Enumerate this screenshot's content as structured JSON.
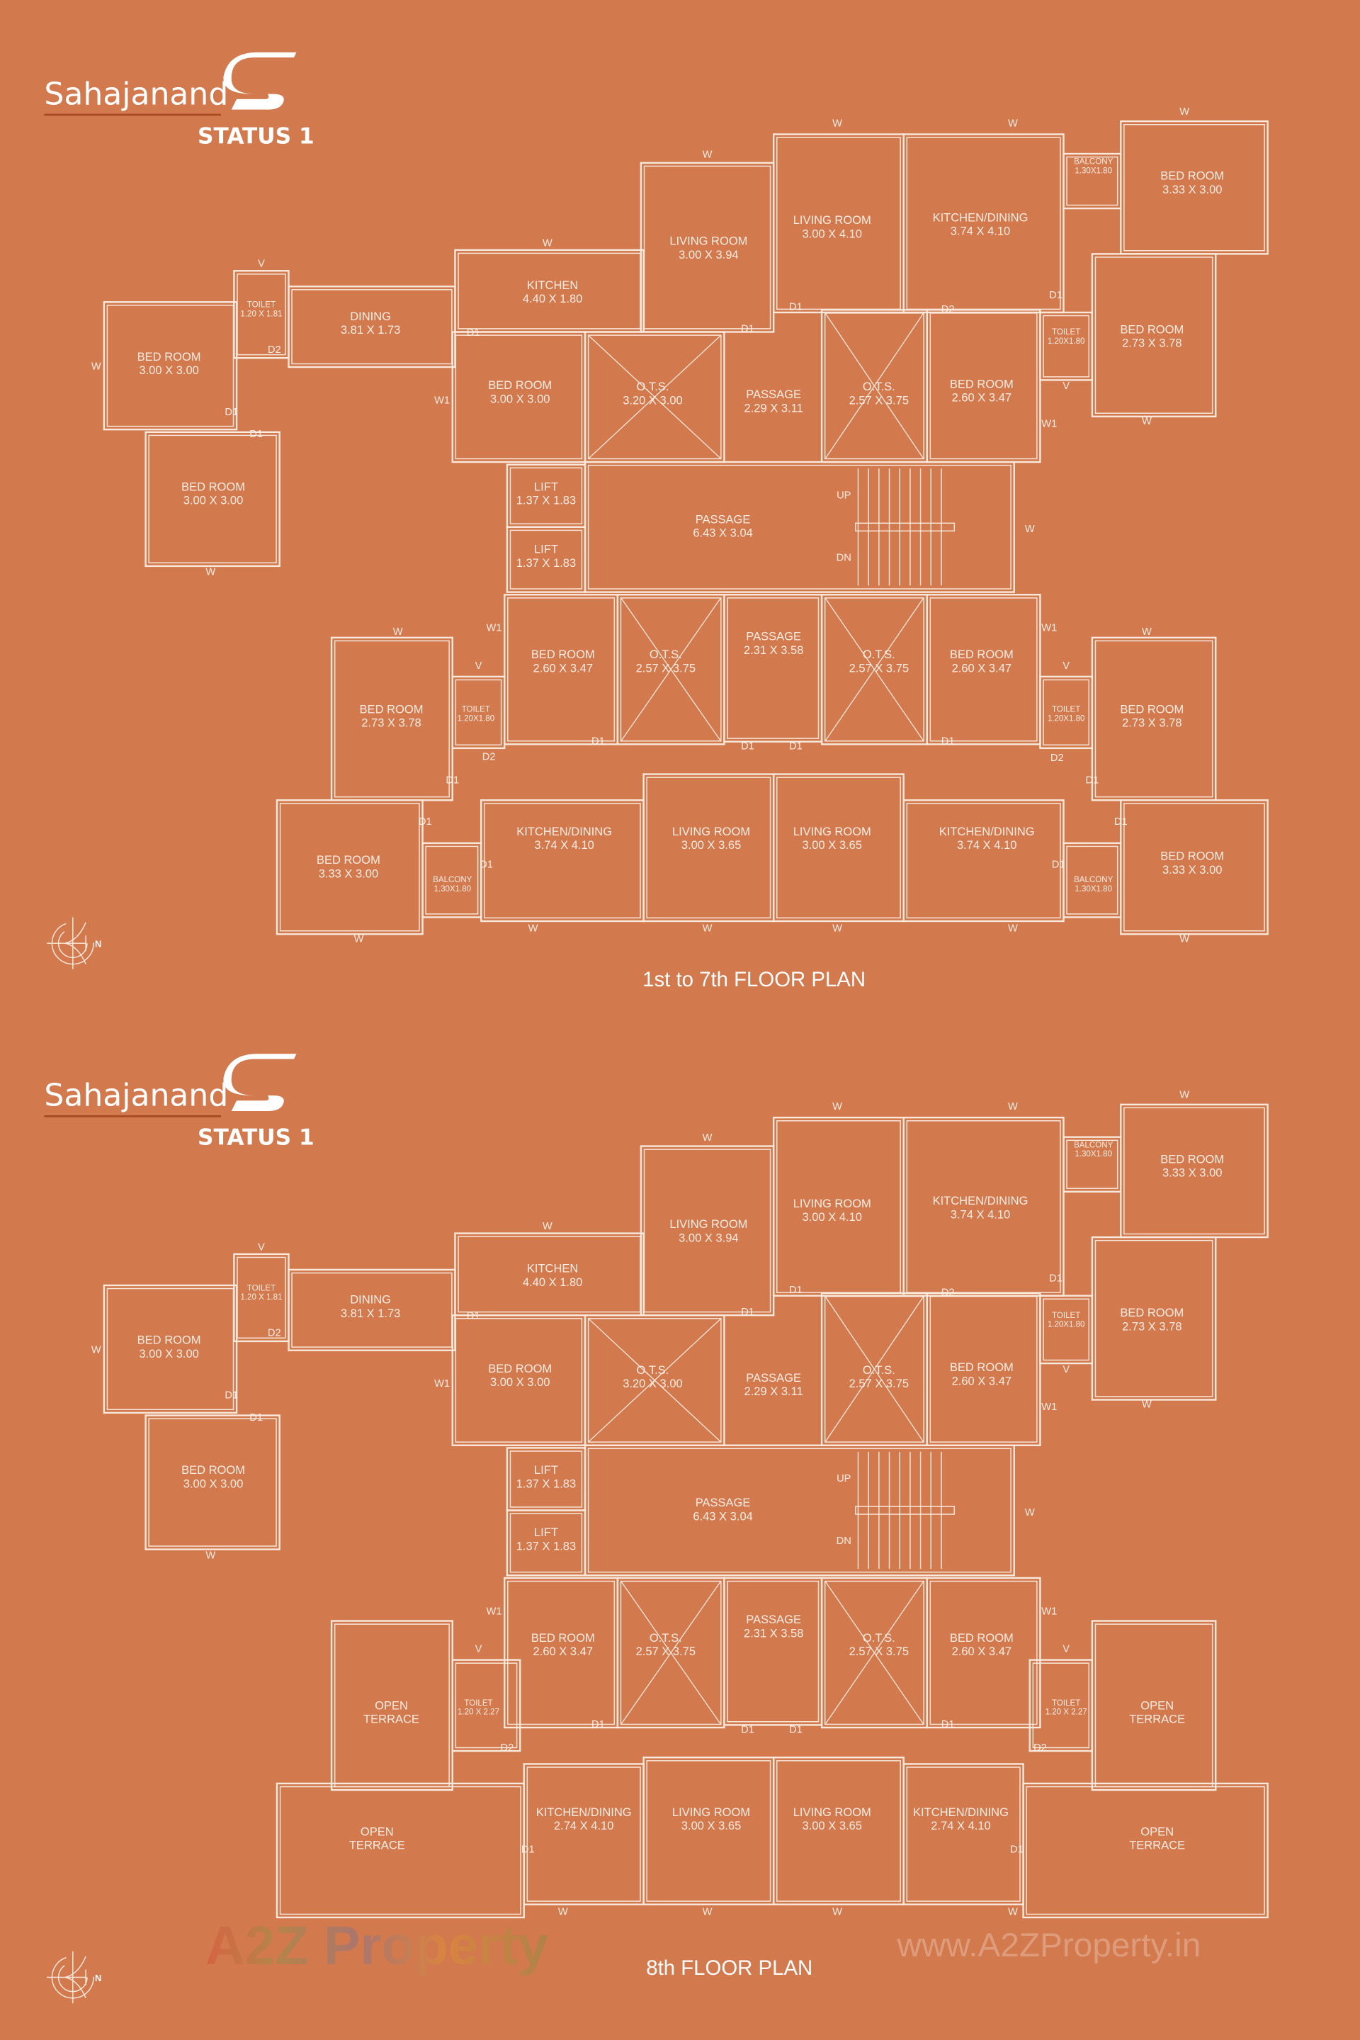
{
  "brand": {
    "name": "Sahajanand",
    "subtitle": "STATUS 1"
  },
  "colors": {
    "background": "#D2794E",
    "lines": "#F8E9DC"
  },
  "compass": {
    "label": "N"
  },
  "watermark": {
    "logo": "A2Z Property",
    "url": "www.A2ZProperty.in"
  },
  "plans": [
    {
      "title": "1st to 7th FLOOR PLAN",
      "rooms": [
        {
          "lines": [
            "BED ROOM",
            "3.00 X 3.00"
          ]
        },
        {
          "lines": [
            "TOILET",
            "1.20 X 1.81"
          ]
        },
        {
          "lines": [
            "DINING",
            "3.81 X 1.73"
          ]
        },
        {
          "lines": [
            "BED ROOM",
            "3.00 X 3.00"
          ]
        },
        {
          "lines": [
            "KITCHEN",
            "4.40 X 1.80"
          ]
        },
        {
          "lines": [
            "LIVING ROOM",
            "3.00 X 3.94"
          ]
        },
        {
          "lines": [
            "LIVING ROOM",
            "3.00 X 4.10"
          ]
        },
        {
          "lines": [
            "KITCHEN/DINING",
            "3.74 X 4.10"
          ]
        },
        {
          "lines": [
            "BALCONY",
            "1.30X1.80"
          ]
        },
        {
          "lines": [
            "BED ROOM",
            "3.33 X 3.00"
          ]
        },
        {
          "lines": [
            "BED ROOM",
            "3.00 X 3.00"
          ]
        },
        {
          "lines": [
            "O.T.S.",
            "3.20 X 3.00"
          ]
        },
        {
          "lines": [
            "PASSAGE",
            "2.29 X 3.11"
          ]
        },
        {
          "lines": [
            "O.T.S.",
            "2.57 X 3.75"
          ]
        },
        {
          "lines": [
            "BED ROOM",
            "2.60 X 3.47"
          ]
        },
        {
          "lines": [
            "TOILET",
            "1.20X1.80"
          ]
        },
        {
          "lines": [
            "BED ROOM",
            "2.73 X 3.78"
          ]
        },
        {
          "lines": [
            "LIFT",
            "1.37 X 1.83"
          ]
        },
        {
          "lines": [
            "LIFT",
            "1.37 X 1.83"
          ]
        },
        {
          "lines": [
            "PASSAGE",
            "6.43 X 3.04"
          ]
        },
        {
          "lines": [
            "BED ROOM",
            "2.60 X 3.47"
          ]
        },
        {
          "lines": [
            "O.T.S.",
            "2.57 X 3.75"
          ]
        },
        {
          "lines": [
            "PASSAGE",
            "2.31 X 3.58"
          ]
        },
        {
          "lines": [
            "O.T.S.",
            "2.57 X 3.75"
          ]
        },
        {
          "lines": [
            "BED ROOM",
            "2.60 X 3.47"
          ]
        },
        {
          "lines": [
            "BED ROOM",
            "2.73 X 3.78"
          ]
        },
        {
          "lines": [
            "TOILET",
            "1.20X1.80"
          ]
        },
        {
          "lines": [
            "TOILET",
            "1.20X1.80"
          ]
        },
        {
          "lines": [
            "BED ROOM",
            "2.73 X 3.78"
          ]
        },
        {
          "lines": [
            "BED ROOM",
            "3.33 X 3.00"
          ]
        },
        {
          "lines": [
            "BALCONY",
            "1.30X1.80"
          ]
        },
        {
          "lines": [
            "KITCHEN/DINING",
            "3.74 X 4.10"
          ]
        },
        {
          "lines": [
            "LIVING ROOM",
            "3.00 X 3.65"
          ]
        },
        {
          "lines": [
            "LIVING ROOM",
            "3.00 X 3.65"
          ]
        },
        {
          "lines": [
            "KITCHEN/DINING",
            "3.74 X 4.10"
          ]
        },
        {
          "lines": [
            "BALCONY",
            "1.30X1.80"
          ]
        },
        {
          "lines": [
            "BED ROOM",
            "3.33 X 3.00"
          ]
        }
      ],
      "markers": [
        "W",
        "W",
        "W",
        "W",
        "W",
        "W",
        "W",
        "W",
        "W",
        "W",
        "W",
        "W",
        "W",
        "W",
        "W",
        "W",
        "W",
        "V",
        "V",
        "V",
        "V",
        "UP",
        "DN",
        "D1",
        "D2",
        "D1",
        "D1",
        "D1",
        "D1",
        "D1",
        "D2",
        "W1",
        "W1",
        "W1",
        "W1",
        "D1",
        "D1",
        "D1",
        "D1",
        "D2",
        "D2",
        "D1",
        "D1",
        "D1",
        "D1",
        "D1",
        "D1"
      ]
    },
    {
      "title": "8th FLOOR PLAN",
      "rooms": [
        {
          "lines": [
            "BED ROOM",
            "3.00 X 3.00"
          ]
        },
        {
          "lines": [
            "TOILET",
            "1.20 X 1.81"
          ]
        },
        {
          "lines": [
            "DINING",
            "3.81 X 1.73"
          ]
        },
        {
          "lines": [
            "BED ROOM",
            "3.00 X 3.00"
          ]
        },
        {
          "lines": [
            "KITCHEN",
            "4.40 X 1.80"
          ]
        },
        {
          "lines": [
            "LIVING ROOM",
            "3.00 X 3.94"
          ]
        },
        {
          "lines": [
            "LIVING ROOM",
            "3.00 X 4.10"
          ]
        },
        {
          "lines": [
            "KITCHEN/DINING",
            "3.74 X 4.10"
          ]
        },
        {
          "lines": [
            "BALCONY",
            "1.30X1.80"
          ]
        },
        {
          "lines": [
            "BED ROOM",
            "3.33 X 3.00"
          ]
        },
        {
          "lines": [
            "BED ROOM",
            "3.00 X 3.00"
          ]
        },
        {
          "lines": [
            "O.T.S.",
            "3.20 X 3.00"
          ]
        },
        {
          "lines": [
            "PASSAGE",
            "2.29 X 3.11"
          ]
        },
        {
          "lines": [
            "O.T.S.",
            "2.57 X 3.75"
          ]
        },
        {
          "lines": [
            "BED ROOM",
            "2.60 X 3.47"
          ]
        },
        {
          "lines": [
            "TOILET",
            "1.20X1.80"
          ]
        },
        {
          "lines": [
            "BED ROOM",
            "2.73 X 3.78"
          ]
        },
        {
          "lines": [
            "LIFT",
            "1.37 X 1.83"
          ]
        },
        {
          "lines": [
            "LIFT",
            "1.37 X 1.83"
          ]
        },
        {
          "lines": [
            "PASSAGE",
            "6.43 X 3.04"
          ]
        },
        {
          "lines": [
            "BED ROOM",
            "2.60 X 3.47"
          ]
        },
        {
          "lines": [
            "O.T.S.",
            "2.57 X 3.75"
          ]
        },
        {
          "lines": [
            "PASSAGE",
            "2.31 X 3.58"
          ]
        },
        {
          "lines": [
            "O.T.S.",
            "2.57 X 3.75"
          ]
        },
        {
          "lines": [
            "BED ROOM",
            "2.60 X 3.47"
          ]
        },
        {
          "lines": [
            "OPEN",
            "TERRACE"
          ]
        },
        {
          "lines": [
            "TOILET",
            "1.20 X 2.27"
          ]
        },
        {
          "lines": [
            "TOILET",
            "1.20 X 2.27"
          ]
        },
        {
          "lines": [
            "OPEN",
            "TERRACE"
          ]
        },
        {
          "lines": [
            "OPEN",
            "TERRACE"
          ]
        },
        {
          "lines": [
            "KITCHEN/DINING",
            "2.74 X 4.10"
          ]
        },
        {
          "lines": [
            "LIVING ROOM",
            "3.00 X 3.65"
          ]
        },
        {
          "lines": [
            "LIVING ROOM",
            "3.00 X 3.65"
          ]
        },
        {
          "lines": [
            "KITCHEN/DINING",
            "2.74 X 4.10"
          ]
        },
        {
          "lines": [
            "OPEN",
            "TERRACE"
          ]
        }
      ],
      "markers": [
        "W",
        "W",
        "W",
        "W",
        "W",
        "W",
        "W",
        "W",
        "W",
        "W",
        "W",
        "W",
        "W",
        "W",
        "W",
        "V",
        "V",
        "V",
        "V",
        "UP",
        "DN",
        "D1",
        "D2",
        "D1",
        "D1",
        "D1",
        "D1",
        "D1",
        "D2",
        "W1",
        "W1",
        "W1",
        "W1",
        "D1",
        "D1",
        "D1",
        "D1",
        "D2",
        "D2",
        "D1",
        "D1",
        "D1",
        "D1"
      ]
    }
  ]
}
